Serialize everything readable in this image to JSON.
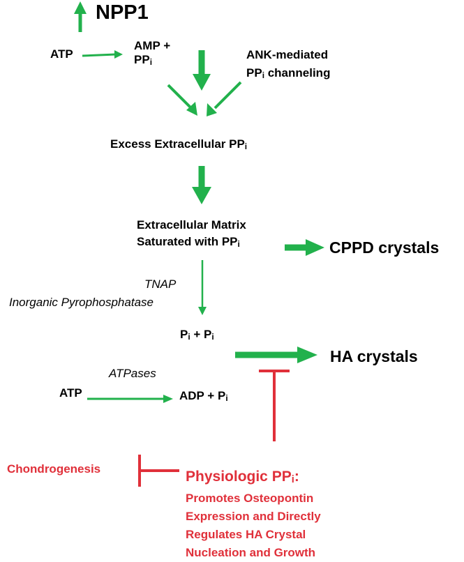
{
  "nodes": {
    "npp1": "NPP1",
    "atp_top": "ATP",
    "amp_line1": "AMP +",
    "amp_pp": "PP",
    "ank_line1": "ANK-mediated",
    "ank_pp": "PP",
    "ank_rest": " channeling",
    "excess": "Excess Extracellular PP",
    "ecm_line1": "Extracellular Matrix",
    "ecm_line2": "Saturated with PP",
    "cppd": "CPPD crystals",
    "tnap": "TNAP",
    "pyro": "Inorganic Pyrophosphatase",
    "pi_left": "P",
    "pi_plus": " + P",
    "ha": "HA crystals",
    "atpases": "ATPases",
    "atp_bottom": "ATP",
    "adp": "ADP + P",
    "chondro": "Chondrogenesis",
    "phys_a": "Physiologic PP",
    "phys_colon": ":",
    "phys_desc": [
      "Promotes Osteopontin",
      "Expression and Directly",
      "Regulates HA  Crystal",
      "Nucleation and Growth"
    ],
    "subscript_i": "i"
  },
  "colors": {
    "arrow_green": "#22b14c",
    "inhibit_red": "#e0303a",
    "text": "#000000"
  }
}
